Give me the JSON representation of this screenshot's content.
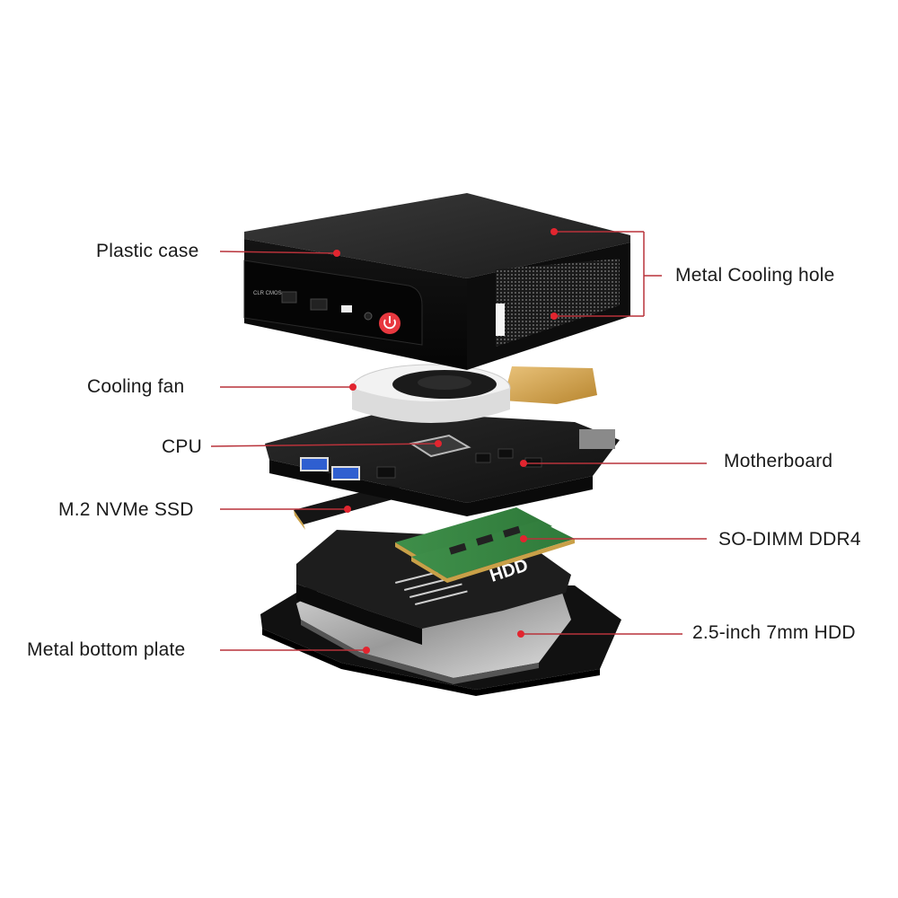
{
  "diagram": {
    "type": "exploded-view",
    "subject": "Mini PC",
    "accent_color": "#d9222e",
    "labels": {
      "left": [
        {
          "id": "plastic_case",
          "text": "Plastic case"
        },
        {
          "id": "cooling_fan",
          "text": "Cooling fan"
        },
        {
          "id": "cpu",
          "text": "CPU"
        },
        {
          "id": "m2_ssd",
          "text": "M.2 NVMe SSD"
        },
        {
          "id": "bottom_plate",
          "text": "Metal bottom plate"
        }
      ],
      "right": [
        {
          "id": "cooling_hole",
          "text": "Metal Cooling hole"
        },
        {
          "id": "motherboard",
          "text": "Motherboard"
        },
        {
          "id": "sodimm",
          "text": "SO-DIMM DDR4"
        },
        {
          "id": "hdd",
          "text": "2.5-inch 7mm HDD"
        }
      ]
    },
    "device_markings": {
      "front_text": "CLR CMOS",
      "hdd_bracket_text": "HDD"
    }
  }
}
